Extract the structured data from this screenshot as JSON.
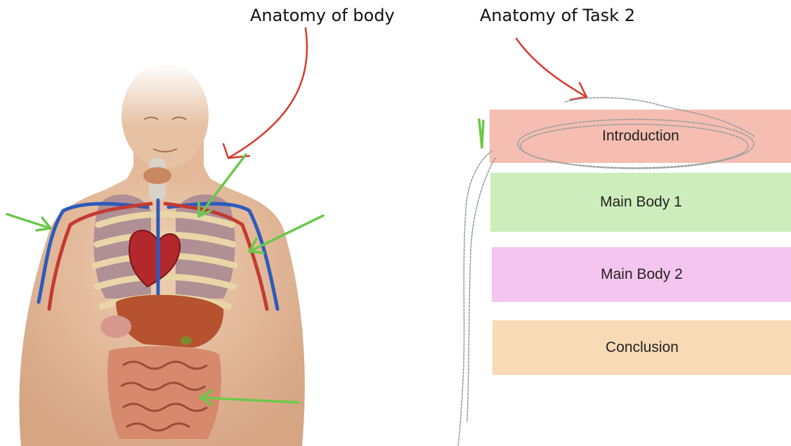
{
  "headings": {
    "body": "Anatomy of body",
    "task": "Anatomy of Task 2"
  },
  "blocks": [
    {
      "label": "Introduction",
      "color": "#f6bdb2"
    },
    {
      "label": "Main Body 1",
      "color": "#cdeebc"
    },
    {
      "label": "Main Body 2",
      "color": "#f4c5ee"
    },
    {
      "label": "Conclusion",
      "color": "#f8dab6"
    }
  ],
  "annotation_colors": {
    "red_arrow": "#d83a2e",
    "green_arrow": "#6cc84a",
    "pencil_scribble": "#9aa0a0"
  }
}
